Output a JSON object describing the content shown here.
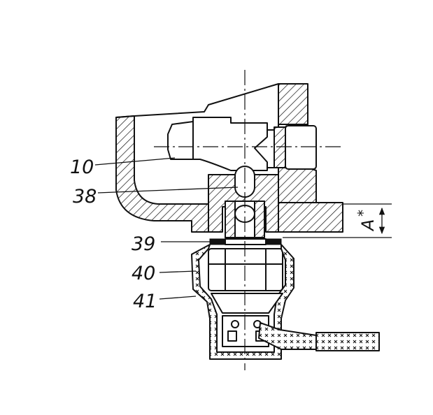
{
  "drawing": {
    "callouts": [
      {
        "id": "10",
        "text": "10"
      },
      {
        "id": "38",
        "text": "38"
      },
      {
        "id": "39",
        "text": "39"
      },
      {
        "id": "40",
        "text": "40"
      },
      {
        "id": "41",
        "text": "41"
      }
    ],
    "dimension": {
      "label": "A",
      "marker": "*"
    }
  }
}
